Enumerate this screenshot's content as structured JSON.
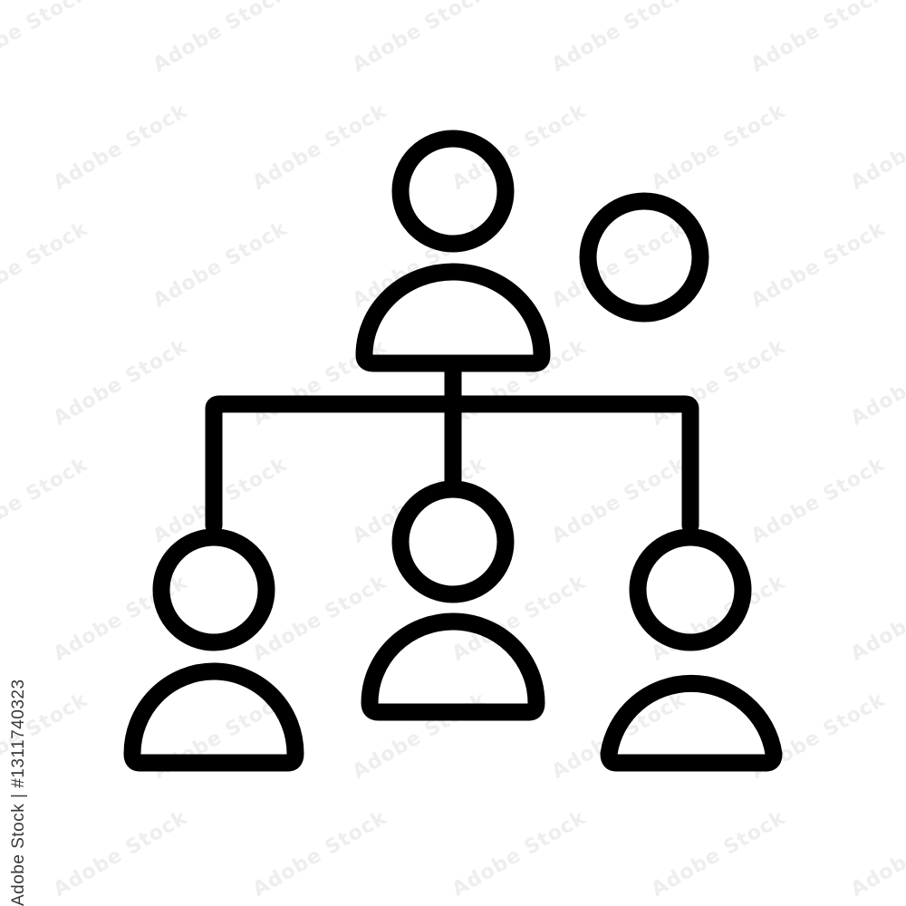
{
  "stock_id": "Adobe Stock | #1311740323",
  "watermark_text": "Adobe Stock",
  "icon": {
    "name": "organization-hierarchy-icon",
    "stroke_color": "#000000",
    "background_color": "#ffffff",
    "people": [
      "top-person",
      "left-person",
      "center-person",
      "right-person"
    ]
  }
}
